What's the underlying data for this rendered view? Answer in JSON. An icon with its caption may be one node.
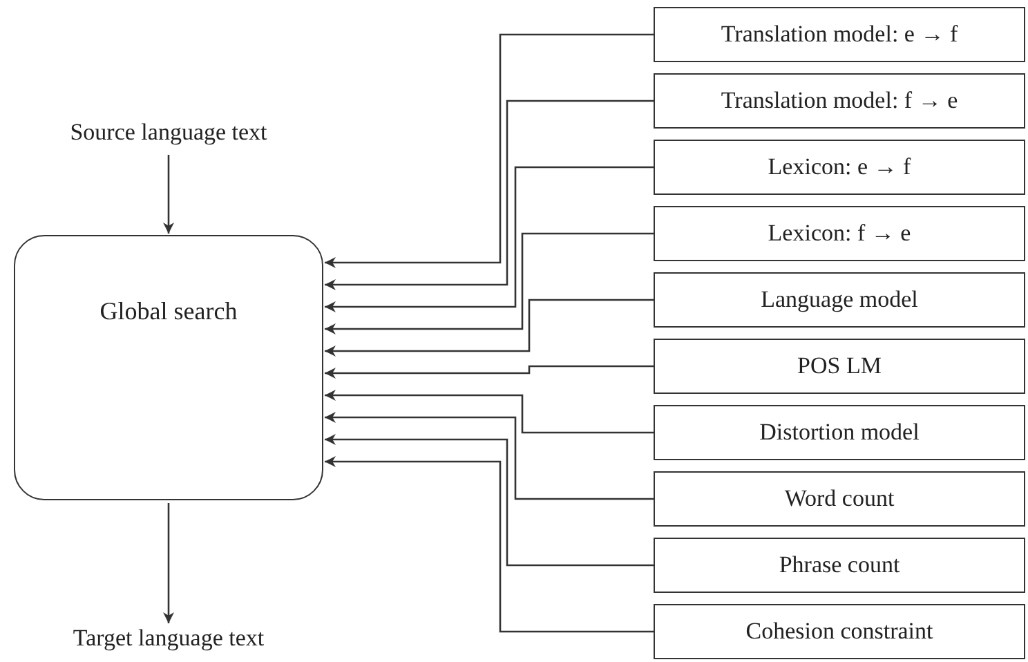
{
  "diagram": {
    "nodes": [
      {
        "text": [
          "Source language text"
        ]
      },
      {
        "text": [
          "Global search"
        ]
      },
      {
        "text": [
          "Target language text"
        ]
      },
      {
        "text": [
          "Translation model: e → f"
        ]
      },
      {
        "text": [
          "Translation model: f → e"
        ]
      },
      {
        "text": [
          "Lexicon: e → f"
        ]
      },
      {
        "text": [
          "Lexicon: f → e"
        ]
      },
      {
        "text": [
          "Language model"
        ]
      },
      {
        "text": [
          "POS LM"
        ]
      },
      {
        "text": [
          "Distortion model"
        ]
      },
      {
        "text": [
          "Word count"
        ]
      },
      {
        "text": [
          "Phrase count"
        ]
      },
      {
        "text": [
          "Cohesion constraint"
        ]
      }
    ],
    "edges": [
      {
        "from": 0,
        "to": 1,
        "arrow": "to"
      },
      {
        "from": 1,
        "to": 2,
        "arrow": "to"
      },
      {
        "from": 3,
        "to": 1,
        "arrow": "to"
      },
      {
        "from": 4,
        "to": 1,
        "arrow": "to"
      },
      {
        "from": 5,
        "to": 1,
        "arrow": "to"
      },
      {
        "from": 6,
        "to": 1,
        "arrow": "to"
      },
      {
        "from": 7,
        "to": 1,
        "arrow": "to"
      },
      {
        "from": 8,
        "to": 1,
        "arrow": "to"
      },
      {
        "from": 9,
        "to": 1,
        "arrow": "to"
      },
      {
        "from": 10,
        "to": 1,
        "arrow": "to"
      },
      {
        "from": 11,
        "to": 1,
        "arrow": "to"
      },
      {
        "from": 12,
        "to": 1,
        "arrow": "to"
      }
    ]
  }
}
